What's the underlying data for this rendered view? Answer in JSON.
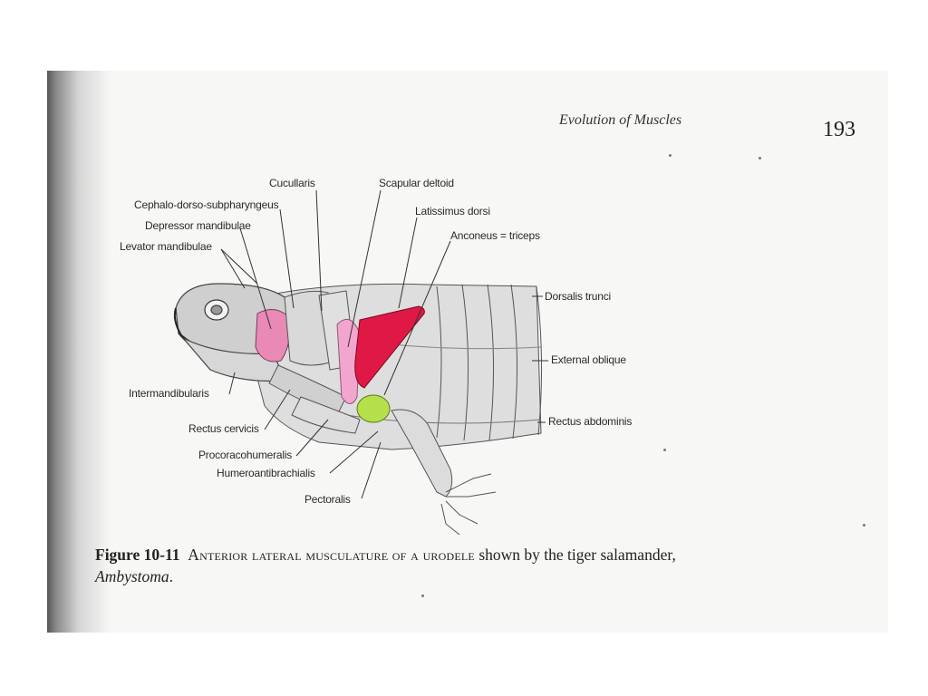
{
  "running_head": "Evolution of Muscles",
  "page_number": "193",
  "labels": {
    "cucullaris": "Cucullaris",
    "scapular_deltoid": "Scapular deltoid",
    "cephalo_dorso": "Cephalo-dorso-subpharyngeus",
    "latissimus_dorsi": "Latissimus dorsi",
    "depressor_mandibulae": "Depressor mandibulae",
    "anconeus": "Anconeus = triceps",
    "levator_mandibulae": "Levator mandibulae",
    "dorsalis_trunci": "Dorsalis trunci",
    "external_oblique": "External oblique",
    "intermandibularis": "Intermandibularis",
    "rectus_abdominis": "Rectus abdominis",
    "rectus_cervicis": "Rectus cervicis",
    "procoracohumeralis": "Procoracohumeralis",
    "humeroantibrachialis": "Humeroantibrachialis",
    "pectoralis": "Pectoralis"
  },
  "caption": {
    "figure_number": "Figure 10-11",
    "title": "Anterior lateral musculature of a urodele",
    "text_1": "shown by the tiger salamander,",
    "genus": "Ambystoma",
    "end": "."
  },
  "colors": {
    "depressor_highlight": "#e88ab5",
    "scapular_deltoid_highlight": "#f2a6cf",
    "latissimus_highlight": "#e01845",
    "anconeus_highlight": "#b5e04a"
  }
}
